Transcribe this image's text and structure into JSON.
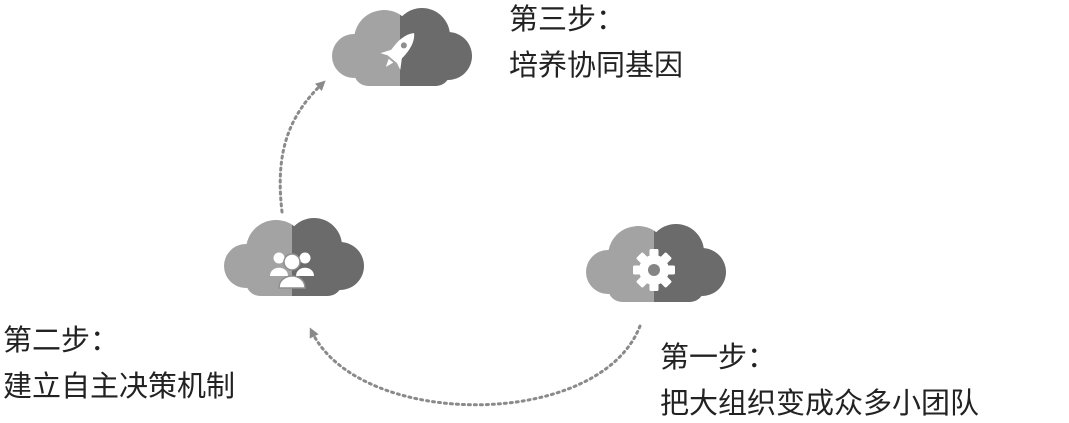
{
  "steps": {
    "step1": {
      "title": "第一步：",
      "desc": "把大组织变成众多小团队",
      "icon": "gear-icon"
    },
    "step2": {
      "title": "第二步：",
      "desc": "建立自主决策机制",
      "icon": "people-icon"
    },
    "step3": {
      "title": "第三步：",
      "desc": "培养协同基因",
      "icon": "rocket-icon"
    }
  },
  "colors": {
    "cloud_light": "#a3a3a3",
    "cloud_dark": "#6b6b6b",
    "icon": "#ffffff",
    "arrow": "#8a8a8a",
    "text": "#222222"
  }
}
